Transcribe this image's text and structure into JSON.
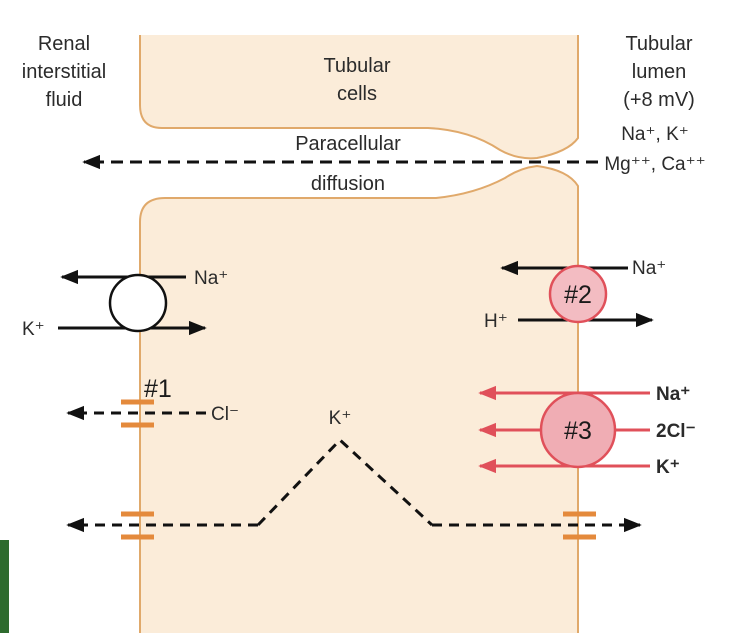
{
  "labels": {
    "interstitial": [
      "Renal",
      "interstitial",
      "fluid"
    ],
    "cells": [
      "Tubular",
      "cells"
    ],
    "lumen": [
      "Tubular",
      "lumen",
      "(+8 mV)"
    ],
    "paracellular": [
      "Paracellular",
      "diffusion"
    ],
    "lumen_ions_1": "Na⁺, K⁺",
    "lumen_ions_2": "Mg⁺⁺, Ca⁺⁺",
    "pump_na": "Na⁺",
    "pump_k": "K⁺",
    "channel_number": "#1",
    "channel_cl": "Cl⁻",
    "k_path": "K⁺",
    "exchanger_number": "#2",
    "exchanger_na": "Na⁺",
    "exchanger_h": "H⁺",
    "cotransporter_number": "#3",
    "cotransporter_na": "Na⁺",
    "cotransporter_cl": "2Cl⁻",
    "cotransporter_k": "K⁺"
  },
  "colors": {
    "cell_fill": "#fbecd9",
    "cell_stroke": "#e0a96b",
    "channel": "#e48a3c",
    "exchanger_fill": "#f3bcc2",
    "cotransporter_fill": "#f0adb4",
    "transporter_stroke": "#e0505a",
    "red_arrow": "#e0505a",
    "line": "#111111",
    "green_edge": "#2e6b2e"
  }
}
